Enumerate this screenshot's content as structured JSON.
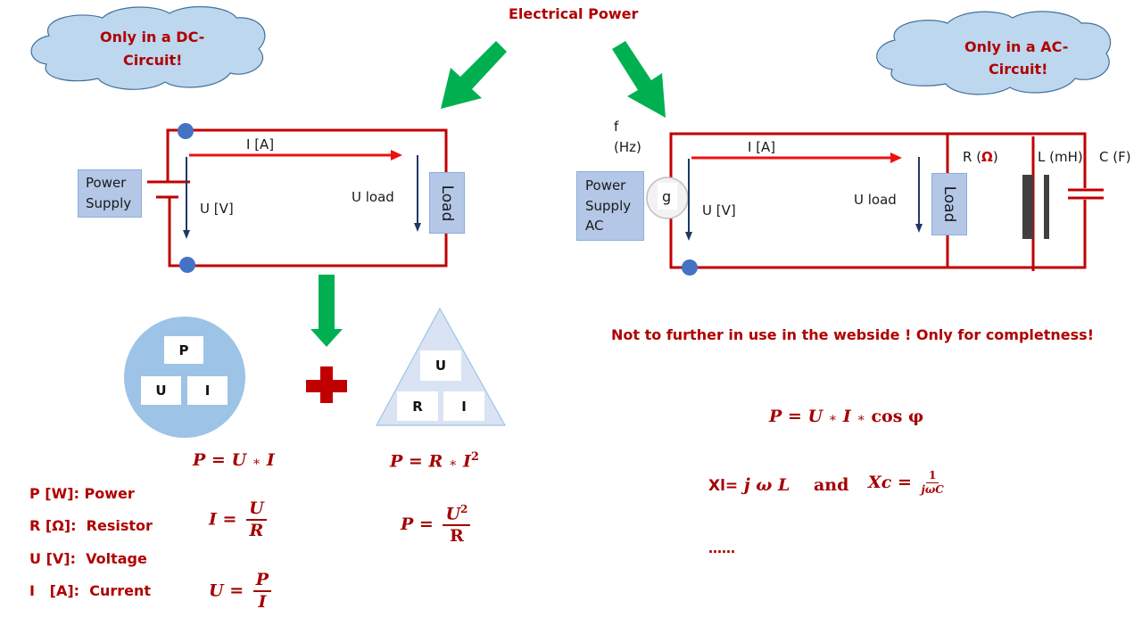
{
  "title": "Electrical Power",
  "colors": {
    "accent_red": "#b00000",
    "wire_red": "#c00000",
    "current_arrow_red": "#ee1111",
    "green_arrow": "#00b050",
    "cloud_fill": "#bdd7ee",
    "box_fill": "#b4c7e7",
    "node_blue": "#4472c4",
    "voltage_arrow": "#1f3864"
  },
  "dc": {
    "cloud_text_line1": "Only in a DC-",
    "cloud_text_line2": "Circuit!",
    "power_supply_line1": "Power",
    "power_supply_line2": "Supply",
    "current_label": "I [A]",
    "voltage_label": "U [V]",
    "load_voltage_label": "U load",
    "load_label": "Load"
  },
  "ac": {
    "cloud_text_line1": "Only in a AC-",
    "cloud_text_line2": "Circuit!",
    "freq_line1": "f",
    "freq_line2": "(Hz)",
    "power_supply_line1": "Power",
    "power_supply_line2": "Supply",
    "power_supply_line3": "AC",
    "generator_label": "g",
    "current_label": "I [A]",
    "voltage_label": "U [V]",
    "load_voltage_label": "U load",
    "load_label": "Load",
    "resistor_label_prefix": "R (",
    "resistor_label_symbol": "Ω",
    "resistor_label_suffix": ")",
    "inductor_label": "L (mH)",
    "capacitor_label": "C (F)"
  },
  "power_wheel": {
    "top": "P",
    "left": "U",
    "right": "I"
  },
  "ohm_triangle": {
    "top": "U",
    "left": "R",
    "right": "I"
  },
  "legend": [
    "P [W]: Power",
    "R [Ω]:  Resistor",
    "U [V]:  Voltage",
    "I   [A]:  Current"
  ],
  "formulas": {
    "p_ui": {
      "lhs": "P",
      "eq": "=",
      "a": "U",
      "op": "∗",
      "b": "I"
    },
    "i_ur": {
      "lhs": "I",
      "eq": "=",
      "num": "U",
      "den": "R"
    },
    "u_pi": {
      "lhs": "U",
      "eq": "=",
      "num": "P",
      "den": "I"
    },
    "p_ri2": {
      "lhs": "P",
      "eq": "=",
      "a": "R",
      "op": "∗",
      "b": "I",
      "exp": "2"
    },
    "p_u2r": {
      "lhs": "P",
      "eq": "=",
      "num": "U",
      "num_exp": "2",
      "den": "R"
    },
    "p_ac": {
      "lhs": "P",
      "eq": "=",
      "a": "U",
      "op1": "∗",
      "b": "I",
      "op2": "∗",
      "c": "cos φ"
    },
    "xl": {
      "lhs": "Xl=",
      "rhs": "j ω L"
    },
    "and": "and",
    "xc": {
      "lhs": "Xc",
      "eq": "=",
      "num": "1",
      "den": "jωC"
    }
  },
  "note": "Not to further in use in the webside ! Only for  completness!",
  "ellipsis": "……"
}
